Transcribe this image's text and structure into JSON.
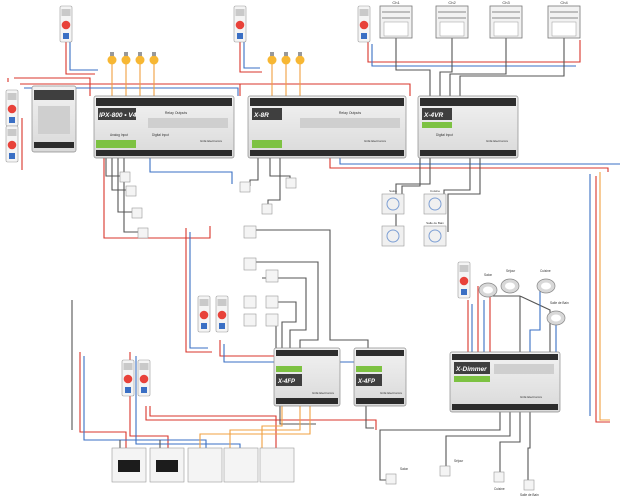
{
  "modules": {
    "ipx": {
      "brand": "IPX-800 • V4",
      "relays_title": "Relay Outputs",
      "analog_title": "Analog Input",
      "digital_title": "Digital Input",
      "maker": "GCE Electronics"
    },
    "x8r": {
      "brand": "X-8R",
      "relays_title": "Relay Outputs",
      "maker": "GCE Electronics"
    },
    "x4vr": {
      "brand": "X-4VR",
      "sub_title": "Digital Input",
      "maker": "GCE Electronics"
    },
    "x4fp_1": {
      "brand": "X-4FP",
      "maker": "GCE Electronics"
    },
    "x4fp_2": {
      "brand": "X-4FP",
      "maker": "GCE Electronics"
    },
    "xdimmer": {
      "brand": "X-Dimmer",
      "maker": "GCE Electronics"
    }
  },
  "labels": {
    "shutters": [
      "Ch1",
      "Ch2",
      "Ch3",
      "Ch4"
    ],
    "room_boxes": [
      "Salon",
      "Cuisine",
      "Salle de Bain"
    ],
    "spots": [
      "Salon",
      "Séjour",
      "Cuisine",
      "Salle de Bain"
    ],
    "switches_bottom": [
      "Salon",
      "Séjour",
      "Cuisine",
      "Salle de Bain"
    ]
  },
  "colors": {
    "module_body": "#e6e6e6",
    "module_top": "#3f3f3f",
    "accent_green": "#7dc242",
    "breaker_red": "#e8423a",
    "wire_red": "#d9342b",
    "wire_blue": "#3a6fc4",
    "wire_orange": "#f0a040",
    "wire_gray": "#555555",
    "bulb_yellow": "#f7b733"
  }
}
